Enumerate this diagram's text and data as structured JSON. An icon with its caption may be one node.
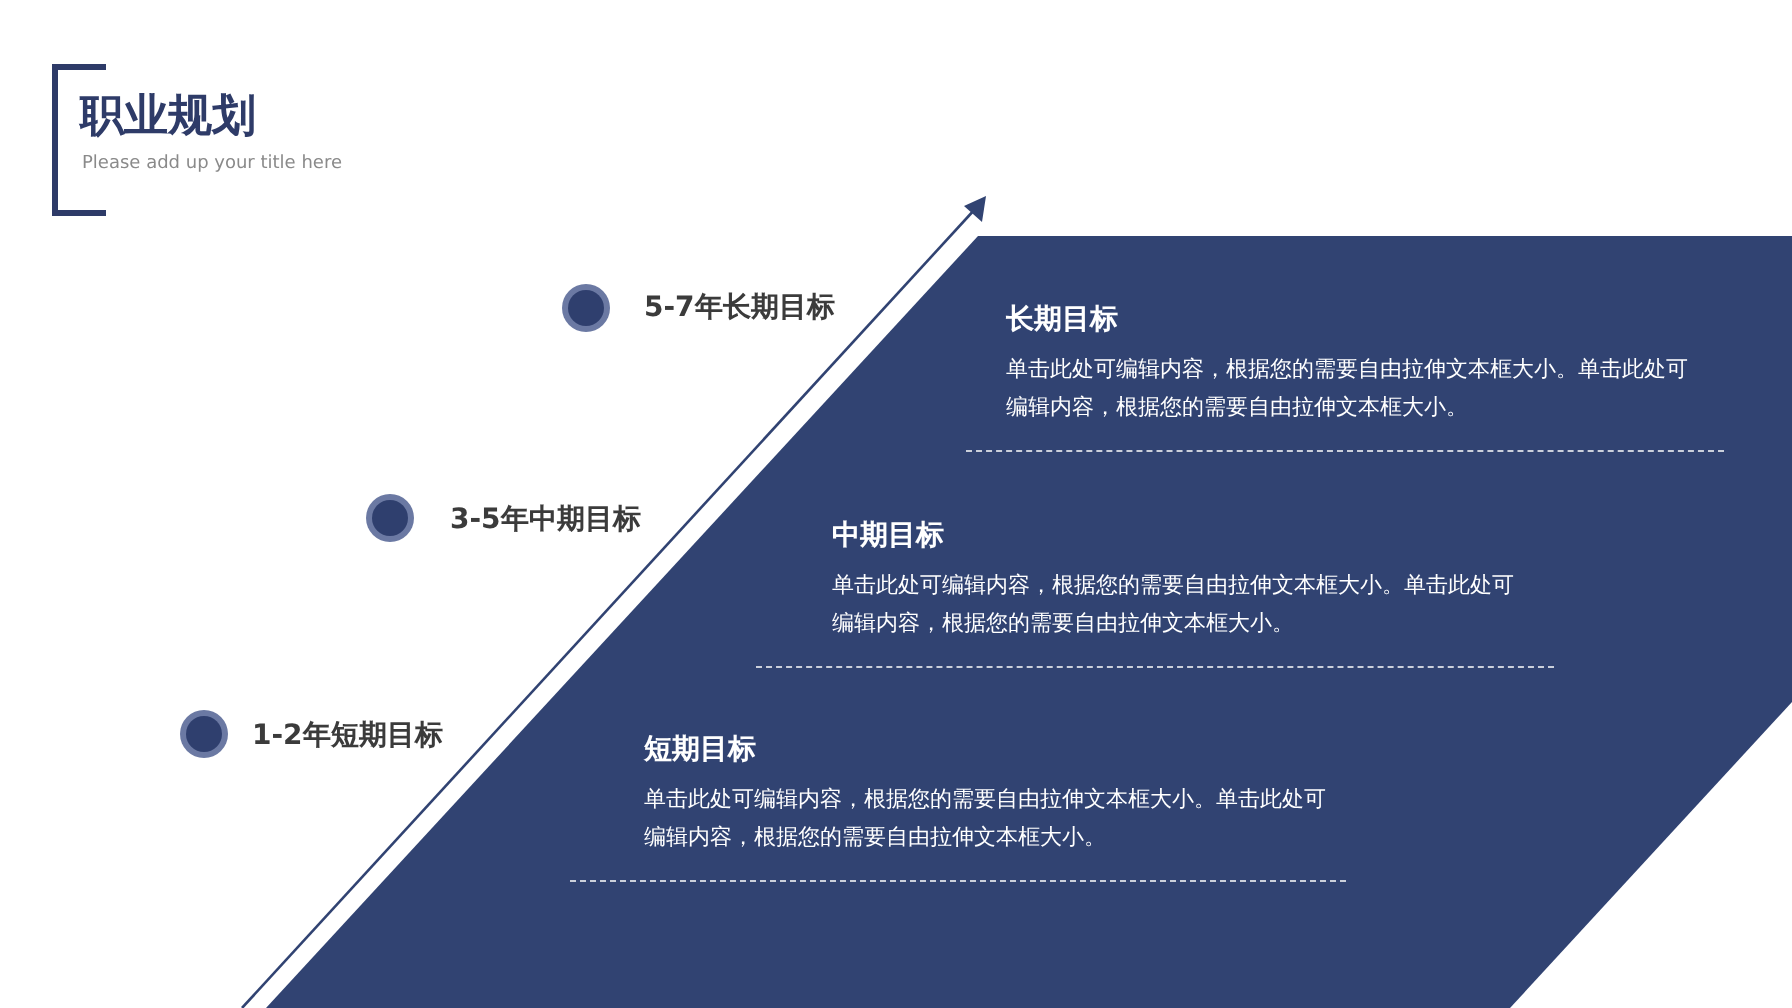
{
  "diagram": {
    "title": "职业规划",
    "nodes": [
      {
        "text": [],
        "shape": "parallelogram"
      },
      {
        "text": [],
        "shape": "circle",
        "beside": [
          "5-7年长期目标"
        ]
      },
      {
        "text": [
          "长期目标",
          "单击此处可编辑内容，根据您的需要自由拉伸文本框大小。单击此处可编辑内容，根据您的需要自由拉伸文本框大小。"
        ],
        "in": 0
      },
      {
        "text": [],
        "shape": "circle",
        "beside": [
          "3-5年中期目标"
        ]
      },
      {
        "text": [
          "中期目标",
          "单击此处可编辑内容，根据您的需要自由拉伸文本框大小。单击此处可编辑内容，根据您的需要自由拉伸文本框大小。"
        ],
        "in": 0
      },
      {
        "text": [],
        "shape": "circle",
        "beside": [
          "1-2年短期目标"
        ]
      },
      {
        "text": [
          "短期目标",
          "单击此处可编辑内容，根据您的需要自由拉伸文本框大小。单击此处可编辑内容，根据您的需要自由拉伸文本框大小。"
        ],
        "in": 0
      }
    ],
    "labels": [
      "Please add up your title here"
    ]
  }
}
